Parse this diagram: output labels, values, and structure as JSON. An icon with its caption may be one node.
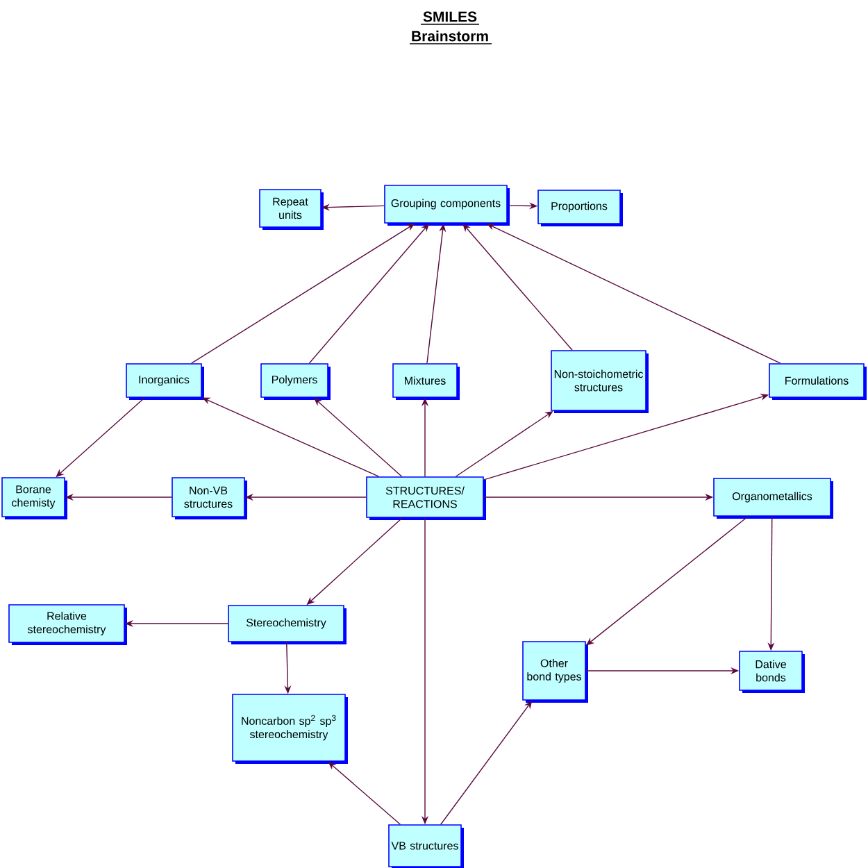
{
  "diagram": {
    "title": "SMILES Brainstorm",
    "nodes": [
      {
        "text": [
          "Grouping components"
        ]
      },
      {
        "text": [
          "Repeat units"
        ]
      },
      {
        "text": [
          "Proportions"
        ]
      },
      {
        "text": [
          "Inorganics"
        ]
      },
      {
        "text": [
          "Polymers"
        ]
      },
      {
        "text": [
          "Mixtures"
        ]
      },
      {
        "text": [
          "Non-stoichometric structures"
        ]
      },
      {
        "text": [
          "Formulations"
        ]
      },
      {
        "text": [
          "Borane chemisty"
        ]
      },
      {
        "text": [
          "Non-VB structures"
        ]
      },
      {
        "text": [
          "STRUCTURES/ REACTIONS"
        ]
      },
      {
        "text": [
          "Organometallics"
        ]
      },
      {
        "text": [
          "Relative stereochemistry"
        ]
      },
      {
        "text": [
          "Stereochemistry"
        ]
      },
      {
        "text": [
          "Other bond types"
        ]
      },
      {
        "text": [
          "Dative bonds"
        ]
      },
      {
        "text": [
          "Noncarbon sp$^{2}$ sp$^{3}$ stereochemistry"
        ]
      },
      {
        "text": [
          "VB structures"
        ]
      }
    ],
    "edges": [
      {
        "from": 0,
        "to": 1,
        "arrow": "to"
      },
      {
        "from": 0,
        "to": 2,
        "arrow": "to"
      },
      {
        "from": 3,
        "to": 0,
        "arrow": "to"
      },
      {
        "from": 4,
        "to": 0,
        "arrow": "to"
      },
      {
        "from": 5,
        "to": 0,
        "arrow": "to"
      },
      {
        "from": 6,
        "to": 0,
        "arrow": "to"
      },
      {
        "from": 7,
        "to": 0,
        "arrow": "to"
      },
      {
        "from": 10,
        "to": 3,
        "arrow": "to"
      },
      {
        "from": 10,
        "to": 4,
        "arrow": "to"
      },
      {
        "from": 10,
        "to": 5,
        "arrow": "to"
      },
      {
        "from": 10,
        "to": 6,
        "arrow": "to"
      },
      {
        "from": 10,
        "to": 7,
        "arrow": "to"
      },
      {
        "from": 3,
        "to": 8,
        "arrow": "to"
      },
      {
        "from": 9,
        "to": 8,
        "arrow": "to"
      },
      {
        "from": 10,
        "to": 9,
        "arrow": "to"
      },
      {
        "from": 10,
        "to": 11,
        "arrow": "to"
      },
      {
        "from": 10,
        "to": 13,
        "arrow": "to"
      },
      {
        "from": 10,
        "to": 17,
        "arrow": "to"
      },
      {
        "from": 13,
        "to": 12,
        "arrow": "to"
      },
      {
        "from": 13,
        "to": 16,
        "arrow": "to"
      },
      {
        "from": 17,
        "to": 16,
        "arrow": "to"
      },
      {
        "from": 17,
        "to": 14,
        "arrow": "to"
      },
      {
        "from": 11,
        "to": 14,
        "arrow": "to"
      },
      {
        "from": 11,
        "to": 15,
        "arrow": "to"
      },
      {
        "from": 14,
        "to": 15,
        "arrow": "to"
      }
    ]
  }
}
